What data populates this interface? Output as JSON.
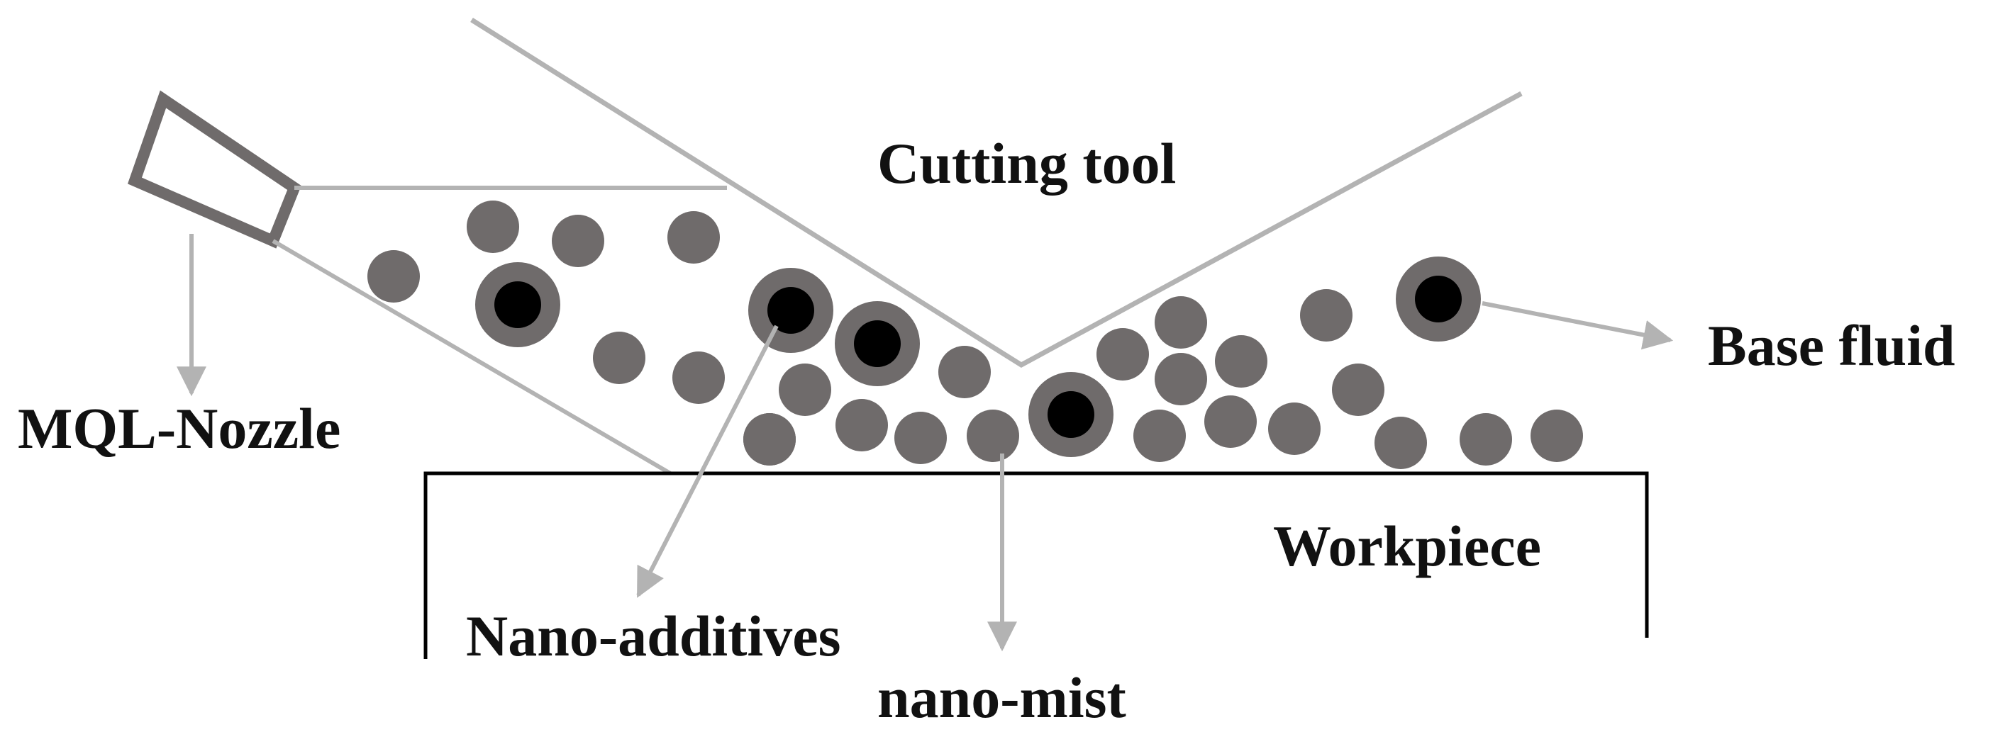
{
  "labels": {
    "cutting_tool": "Cutting tool",
    "mql_nozzle": "MQL-Nozzle",
    "base_fluid": "Base fluid",
    "workpiece": "Workpiece",
    "nano_additives": "Nano-additives",
    "nano_mist": "nano-mist"
  },
  "colors": {
    "particle": "#6f6b6b",
    "particle_core": "#000000",
    "tool_line": "#b3b3b3",
    "nozzle_outline": "#6f6b6b",
    "workpiece_line": "#000000",
    "arrow": "#b3b3b3",
    "text": "#111111"
  }
}
